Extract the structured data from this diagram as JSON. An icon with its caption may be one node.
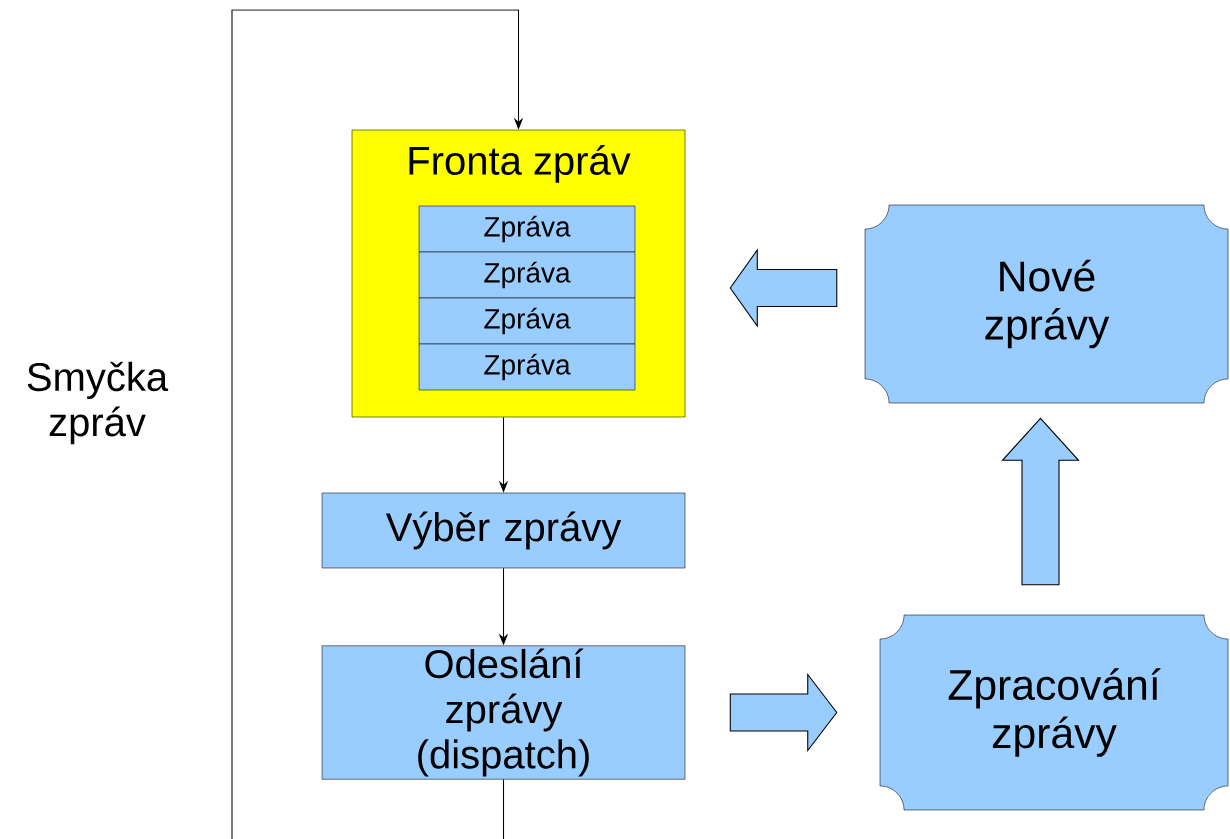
{
  "diagram": {
    "nodes": [
      {
        "text": [
          "Fronta zpráv"
        ]
      },
      {
        "text": [
          "Zpráva"
        ],
        "in": 0
      },
      {
        "text": [
          "Zpráva"
        ],
        "in": 0
      },
      {
        "text": [
          "Zpráva"
        ],
        "in": 0
      },
      {
        "text": [
          "Zpráva"
        ],
        "in": 0
      },
      {
        "text": [
          "Výběr zprávy"
        ]
      },
      {
        "text": [
          "Odeslání zprávy (dispatch)"
        ]
      },
      {
        "text": [
          "Nové zprávy"
        ]
      },
      {
        "text": [
          "Zpracování zprávy"
        ]
      }
    ],
    "edges": [
      {
        "from": 0,
        "to": 5,
        "arrow": "to"
      },
      {
        "from": 5,
        "to": 6,
        "arrow": "to"
      },
      {
        "from": 6,
        "to": 8,
        "arrow": "to",
        "style": "thick",
        "color": "#99ccff"
      },
      {
        "from": 8,
        "to": 7,
        "arrow": "to",
        "style": "thick",
        "color": "#99ccff"
      },
      {
        "from": 7,
        "to": 0,
        "arrow": "to",
        "style": "thick",
        "color": "#99ccff"
      },
      {
        "from": 6,
        "to": 0,
        "arrow": "to"
      }
    ],
    "labels": [
      "Smyčka zpráv"
    ]
  }
}
